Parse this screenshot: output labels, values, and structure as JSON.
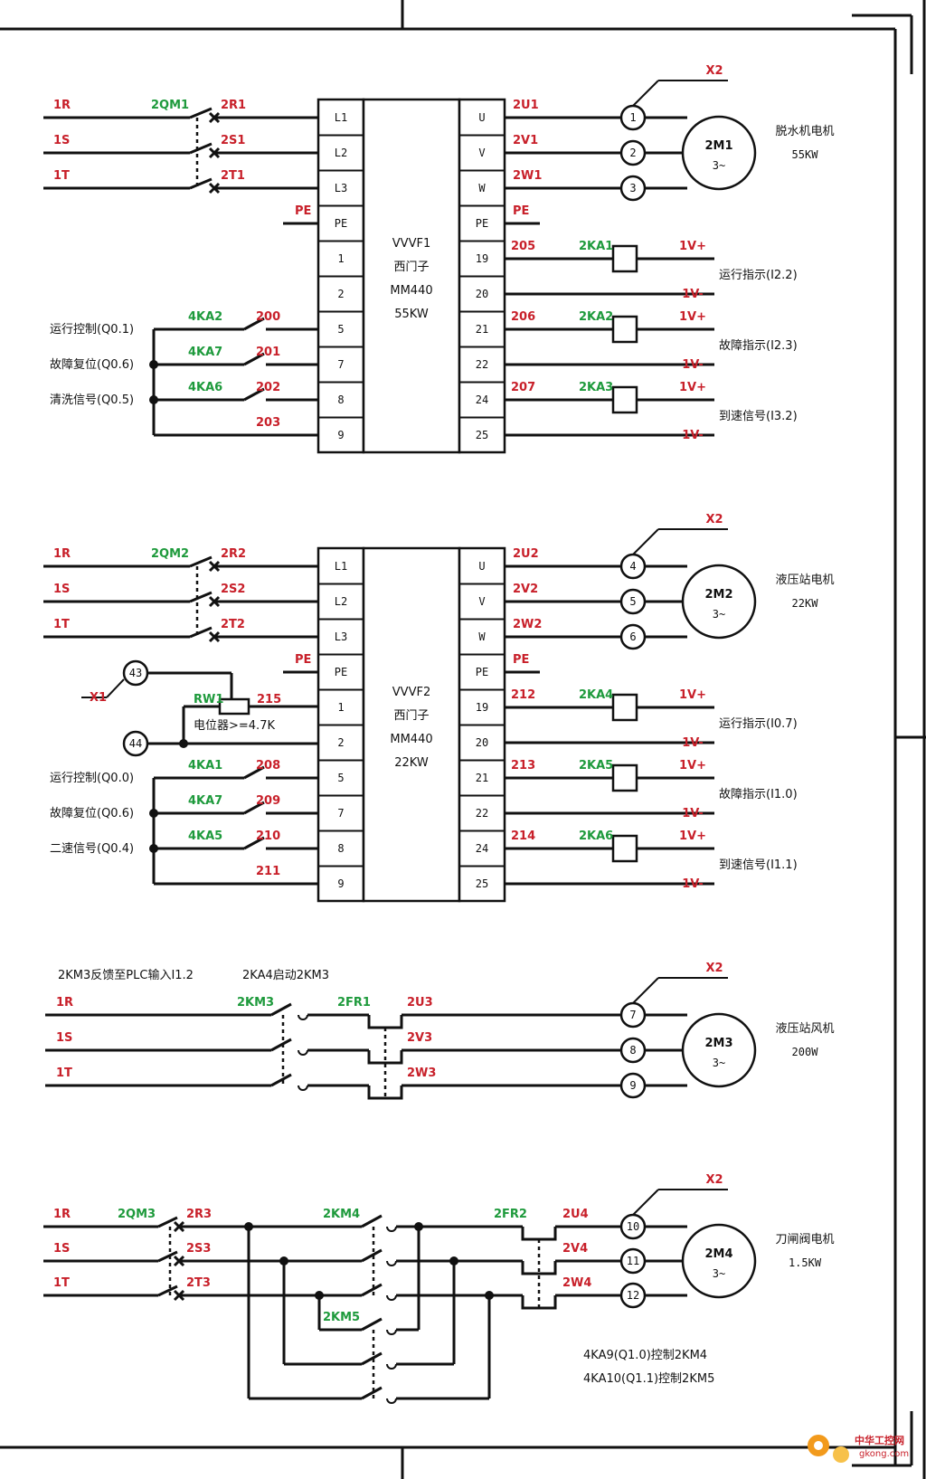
{
  "top": {
    "supply": [
      "1R",
      "1S",
      "1T"
    ],
    "breaker": "2QM1",
    "breaker_out": [
      "2R1",
      "2S1",
      "2T1"
    ],
    "pe": "PE",
    "vfd_in": [
      "L1",
      "L2",
      "L3",
      "PE",
      "1",
      "2",
      "5",
      "7",
      "8",
      "9"
    ],
    "vfd_out": [
      "U",
      "V",
      "W",
      "PE",
      "19",
      "20",
      "21",
      "22",
      "24",
      "25"
    ],
    "vfd_name": [
      "VVVF1",
      "西门子",
      "MM440",
      "55KW"
    ],
    "out_wires": [
      "2U1",
      "2V1",
      "2W1"
    ],
    "terminals": [
      "1",
      "2",
      "3"
    ],
    "x": "X2",
    "motor": [
      "2M1",
      "3~"
    ],
    "motor_desc": [
      "脱水机电机",
      "55KW"
    ],
    "controls": [
      {
        "label": "运行控制(Q0.1)",
        "relay": "4KA2",
        "wire": "200"
      },
      {
        "label": "故障复位(Q0.6)",
        "relay": "4KA7",
        "wire": "201"
      },
      {
        "label": "清洗信号(Q0.5)",
        "relay": "4KA6",
        "wire": "202"
      }
    ],
    "common": "203",
    "relays": [
      {
        "wire": "205",
        "coil": "2KA1",
        "desc": "运行指示(I2.2)"
      },
      {
        "wire": "206",
        "coil": "2KA2",
        "desc": "故障指示(I2.3)"
      },
      {
        "wire": "207",
        "coil": "2KA3",
        "desc": "到速信号(I3.2)"
      }
    ],
    "vplus": "1V+",
    "vminus": "1V-"
  },
  "mid": {
    "supply": [
      "1R",
      "1S",
      "1T"
    ],
    "breaker": "2QM2",
    "breaker_out": [
      "2R2",
      "2S2",
      "2T2"
    ],
    "pe": "PE",
    "vfd_in": [
      "L1",
      "L2",
      "L3",
      "PE",
      "1",
      "2",
      "5",
      "7",
      "8",
      "9"
    ],
    "vfd_out": [
      "U",
      "V",
      "W",
      "PE",
      "19",
      "20",
      "21",
      "22",
      "24",
      "25"
    ],
    "vfd_name": [
      "VVVF2",
      "西门子",
      "MM440",
      "22KW"
    ],
    "out_wires": [
      "2U2",
      "2V2",
      "2W2"
    ],
    "terminals": [
      "4",
      "5",
      "6"
    ],
    "x": "X2",
    "motor": [
      "2M2",
      "3~"
    ],
    "motor_desc": [
      "液压站电机",
      "22KW"
    ],
    "pot": {
      "x": "X1",
      "t43": "43",
      "t44": "44",
      "rw": "RW1",
      "wire": "215",
      "note": "电位器>=4.7K"
    },
    "controls": [
      {
        "label": "运行控制(Q0.0)",
        "relay": "4KA1",
        "wire": "208"
      },
      {
        "label": "故障复位(Q0.6)",
        "relay": "4KA7",
        "wire": "209"
      },
      {
        "label": "二速信号(Q0.4)",
        "relay": "4KA5",
        "wire": "210"
      }
    ],
    "common": "211",
    "relays": [
      {
        "wire": "212",
        "coil": "2KA4",
        "desc": "运行指示(I0.7)"
      },
      {
        "wire": "213",
        "coil": "2KA5",
        "desc": "故障指示(I1.0)"
      },
      {
        "wire": "214",
        "coil": "2KA6",
        "desc": "到速信号(I1.1)"
      }
    ],
    "vplus": "1V+",
    "vminus": "1V-"
  },
  "fan": {
    "notes": [
      "2KM3反馈至PLC输入I1.2",
      "2KA4启动2KM3"
    ],
    "supply": [
      "1R",
      "1S",
      "1T"
    ],
    "contactor": "2KM3",
    "overload": "2FR1",
    "out_wires": [
      "2U3",
      "2V3",
      "2W3"
    ],
    "terminals": [
      "7",
      "8",
      "9"
    ],
    "x": "X2",
    "motor": [
      "2M3",
      "3~"
    ],
    "motor_desc": [
      "液压站风机",
      "200W"
    ]
  },
  "valve": {
    "supply": [
      "1R",
      "1S",
      "1T"
    ],
    "breaker": "2QM3",
    "breaker_out": [
      "2R3",
      "2S3",
      "2T3"
    ],
    "contactor_fwd": "2KM4",
    "contactor_rev": "2KM5",
    "overload": "2FR2",
    "out_wires": [
      "2U4",
      "2V4",
      "2W4"
    ],
    "terminals": [
      "10",
      "11",
      "12"
    ],
    "x": "X2",
    "motor": [
      "2M4",
      "3~"
    ],
    "motor_desc": [
      "刀闸阀电机",
      "1.5KW"
    ],
    "notes": [
      "4KA9(Q1.0)控制2KM4",
      "4KA10(Q1.1)控制2KM5"
    ]
  },
  "watermark": {
    "name": "中华工控网",
    "url": "gkong.com"
  }
}
